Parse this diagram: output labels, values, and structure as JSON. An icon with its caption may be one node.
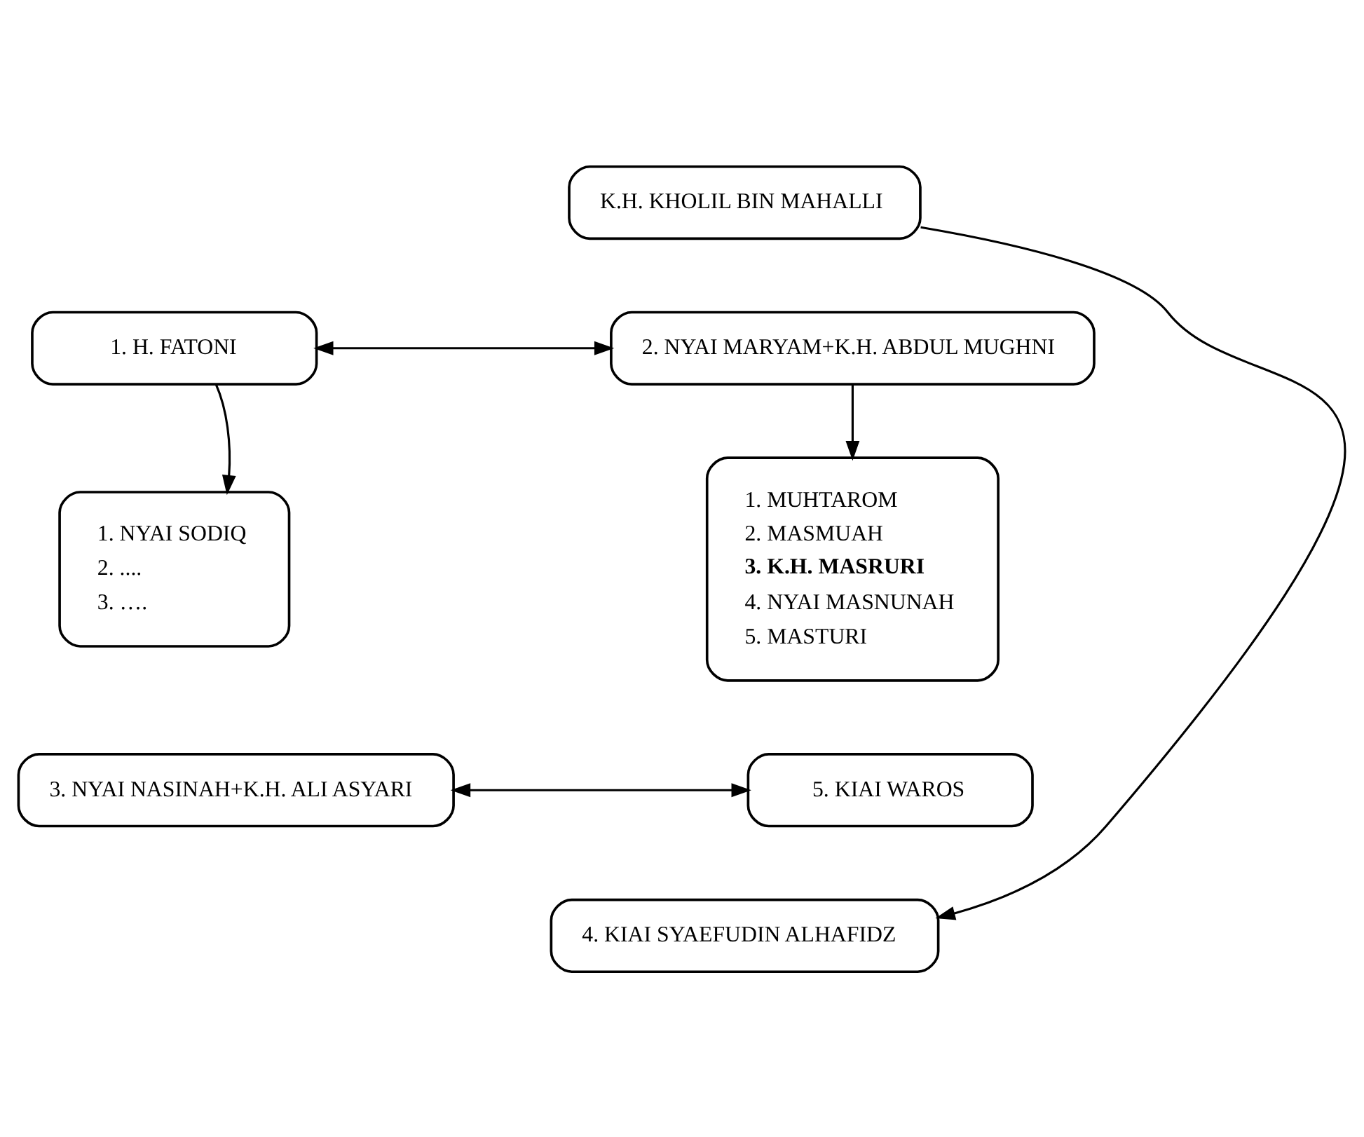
{
  "diagram": {
    "nodes": [
      {
        "text": [
          "K.H. KHOLIL BIN MAHALLI"
        ]
      },
      {
        "text": [
          "1. H. FATONI"
        ]
      },
      {
        "text": [
          "2. NYAI MARYAM+K.H. ABDUL MUGHNI"
        ]
      },
      {
        "text": [
          "1. NYAI SODIQ",
          "2. ....",
          "3. …."
        ]
      },
      {
        "text": [
          "1. MUHTAROM",
          "2. MASMUAH",
          "3. K.H. MASRURI",
          "4. NYAI MASNUNAH",
          "5. MASTURI"
        ]
      },
      {
        "text": [
          "3. NYAI NASINAH+K.H. ALI ASYARI"
        ]
      },
      {
        "text": [
          "5. KIAI WAROS"
        ]
      },
      {
        "text": [
          "4. KIAI SYAEFUDIN ALHAFIDZ"
        ]
      }
    ],
    "edges": [
      {
        "from": 0,
        "to": 7,
        "arrow": "to"
      },
      {
        "from": 1,
        "to": 2,
        "arrow": "both"
      },
      {
        "from": 1,
        "to": 3,
        "arrow": "to"
      },
      {
        "from": 2,
        "to": 4,
        "arrow": "to"
      },
      {
        "from": 5,
        "to": 6,
        "arrow": "both"
      }
    ]
  }
}
